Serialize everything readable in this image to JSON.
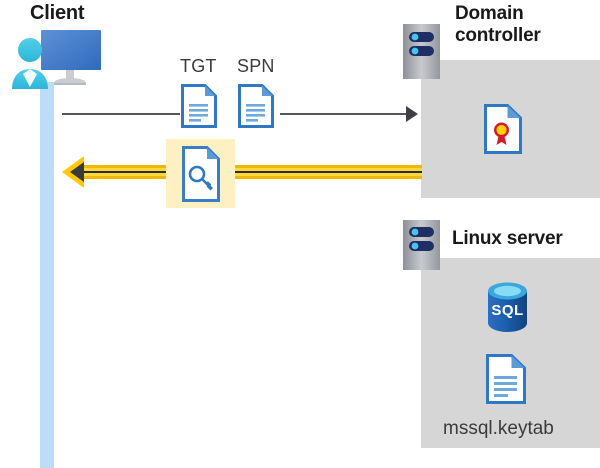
{
  "diagram": {
    "type": "sequence-flow",
    "title_client": "Client",
    "title_domain_controller": "Domain controller",
    "title_linux_server": "Linux server",
    "labels": {
      "tgt": "TGT",
      "spn": "SPN",
      "keytab_file": "mssql.keytab"
    },
    "icons": {
      "client": "user-at-monitor-icon",
      "tgt_document": "document-icon",
      "spn_document": "document-icon",
      "key_document": "key-document-icon",
      "server_dc": "server-rack-icon",
      "server_linux": "server-rack-icon",
      "certificate": "certificate-ribbon-icon",
      "sql_database": "sql-database-icon",
      "keytab_document": "document-icon"
    },
    "arrows": [
      {
        "name": "request-arrow",
        "direction": "right",
        "style": "thin-gray",
        "from": "client",
        "to": "domain-controller",
        "carries": "TGT SPN"
      },
      {
        "name": "response-arrow",
        "direction": "left",
        "style": "thick-yellow",
        "from": "domain-controller",
        "to": "client",
        "carries": "service-ticket"
      }
    ],
    "colors": {
      "panel_gray": "#d6d6d6",
      "lifeline_blue": "#bcdcf7",
      "highlight_yellow": "#fdf0c2",
      "arrow_yellow": "#ffc907",
      "arrow_gray": "#55565c",
      "icon_blue": "#2f79c4",
      "sql_blue": "#1b5fae",
      "cert_red": "#cf1f2e",
      "cert_gold": "#ffd400",
      "text_dark": "#1a1a1a"
    }
  }
}
